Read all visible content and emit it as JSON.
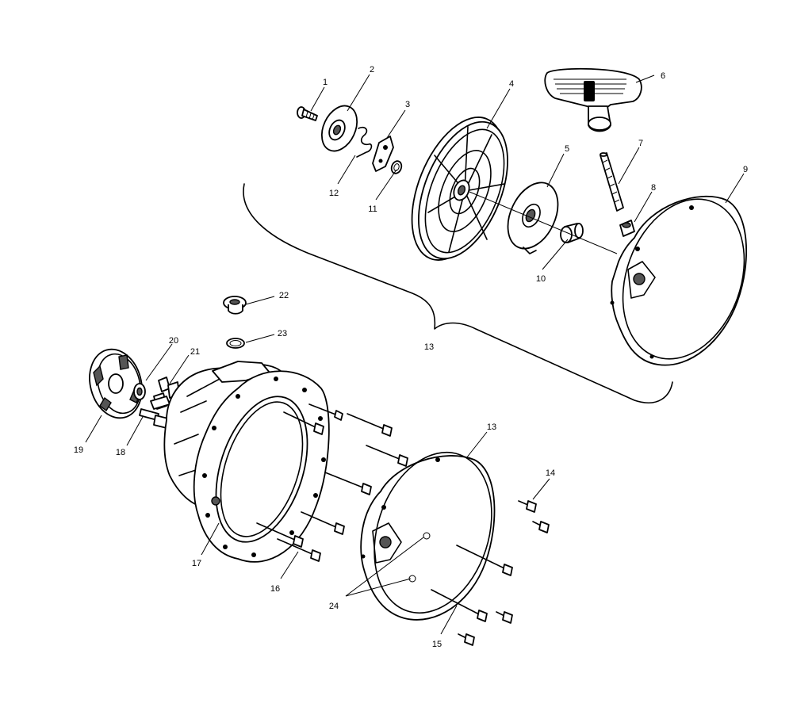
{
  "callouts": [
    {
      "id": "c1",
      "label": "1"
    },
    {
      "id": "c2",
      "label": "2"
    },
    {
      "id": "c3",
      "label": "3"
    },
    {
      "id": "c4",
      "label": "4"
    },
    {
      "id": "c5",
      "label": "5"
    },
    {
      "id": "c6",
      "label": "6"
    },
    {
      "id": "c7",
      "label": "7"
    },
    {
      "id": "c8",
      "label": "8"
    },
    {
      "id": "c9",
      "label": "9"
    },
    {
      "id": "c10",
      "label": "10"
    },
    {
      "id": "c11",
      "label": "11"
    },
    {
      "id": "c12",
      "label": "12"
    },
    {
      "id": "c13a",
      "label": "13"
    },
    {
      "id": "c13b",
      "label": "13"
    },
    {
      "id": "c14",
      "label": "14"
    },
    {
      "id": "c15",
      "label": "15"
    },
    {
      "id": "c16",
      "label": "16"
    },
    {
      "id": "c17",
      "label": "17"
    },
    {
      "id": "c18",
      "label": "18"
    },
    {
      "id": "c19",
      "label": "19"
    },
    {
      "id": "c20",
      "label": "20"
    },
    {
      "id": "c21",
      "label": "21"
    },
    {
      "id": "c22",
      "label": "22"
    },
    {
      "id": "c23",
      "label": "23"
    },
    {
      "id": "c24",
      "label": "24"
    }
  ]
}
